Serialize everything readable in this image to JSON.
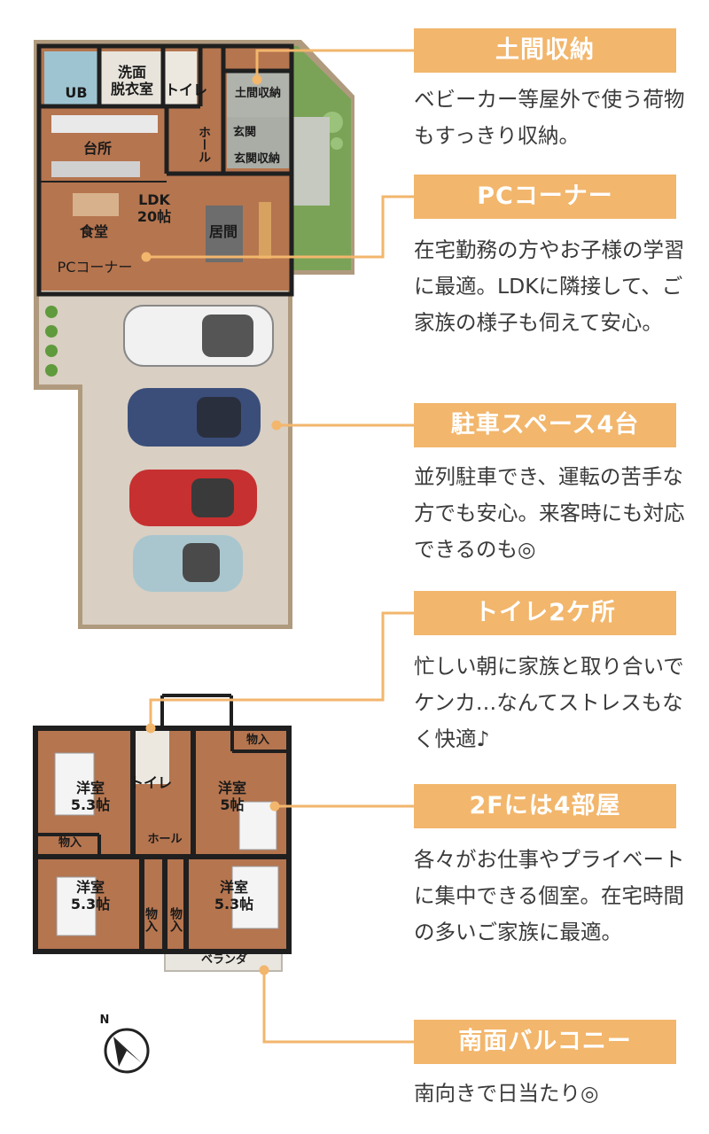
{
  "floor1": {
    "ub": "UB",
    "washroom": "洗面\n脱衣室",
    "toilet": "トイレ",
    "doma_storage": "土間収納",
    "kitchen": "台所",
    "hall": "ホール",
    "entrance": "玄関",
    "entrance_storage": "玄関収納",
    "ldk": "LDK\n20帖",
    "dining": "食堂",
    "living": "居間",
    "pc_corner": "PCコーナー"
  },
  "floor2": {
    "room1": "洋室\n5.3帖",
    "toilet": "トイレ",
    "storage_top": "物入",
    "room2": "洋室\n5帖",
    "storage_left": "物入",
    "hall": "ホール",
    "room3": "洋室\n5.3帖",
    "storage_a": "物入",
    "storage_b": "物入",
    "room4": "洋室\n5.3帖",
    "veranda": "ベランダ"
  },
  "compass": "N",
  "callouts": [
    {
      "title": "土間収納",
      "body": "ベビーカー等屋外で使う荷物もすっきり収納。"
    },
    {
      "title": "PCコーナー",
      "body": "在宅勤務の方やお子様の学習に最適。LDKに隣接して、ご家族の様子も伺えて安心。"
    },
    {
      "title": "駐車スペース4台",
      "body": "並列駐車でき、運転の苦手な方でも安心。来客時にも対応できるのも◎"
    },
    {
      "title": "トイレ2ケ所",
      "body": "忙しい朝に家族と取り合いでケンカ…なんてストレスもなく快適♪"
    },
    {
      "title": "2Fには4部屋",
      "body": "各々がお仕事やプライベートに集中できる個室。在宅時間の多いご家族に最適。"
    },
    {
      "title": "南面バルコニー",
      "body": "南向きで日当たり◎"
    }
  ],
  "colors": {
    "accent": "#f2b66c",
    "floor_wood": "#b5754f",
    "wall": "#1f1f1f",
    "parking": "#d9cfc3",
    "garden": "#7aa357",
    "connector": "#f2b66c"
  }
}
